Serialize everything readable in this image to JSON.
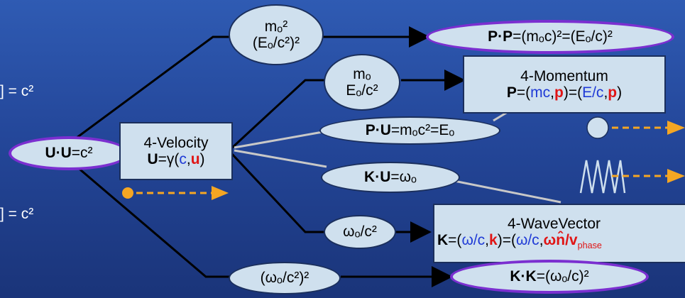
{
  "left_labels": {
    "top": "] = c²",
    "bottom": "] = c²"
  },
  "nodes": {
    "uu": {
      "a": "U·U",
      "b": "=c²"
    },
    "velocity": {
      "title": "4-Velocity",
      "formula": "U=γ(c,u)"
    },
    "m2": {
      "line1": "mₒ²",
      "line2": "(Eₒ/c²)²"
    },
    "pp": {
      "a": "P·P",
      "b": "=(mₒc)²=(Eₒ/c)²"
    },
    "m": {
      "line1": "mₒ",
      "line2": "Eₒ/c²"
    },
    "momentum": {
      "title": "4-Momentum",
      "formula": "P=(mc,p)=(E/c,p)"
    },
    "pu": {
      "a": "P·U",
      "b": "=mₒc²=Eₒ"
    },
    "ku": {
      "a": "K·U",
      "b": "=ωₒ"
    },
    "omega": {
      "line1": "ωₒ/c²"
    },
    "wavevector": {
      "title": "4-WaveVector",
      "formula": "K=(ω/c,k)=(ω/c,ωn̂/v",
      "sub": "phase"
    },
    "omega2": {
      "line1": "(ωₒ/c²)²"
    },
    "kk": {
      "a": "K·K",
      "b": "=(ωₒ/c)²"
    }
  },
  "colors": {
    "node_fill": "#cfe0ee",
    "purple_border": "#7b2fd0",
    "arrow_orange": "#f5a623",
    "line_black": "#000000",
    "line_gray": "#c8c8c8"
  },
  "icons": [
    "particle-dot-icon",
    "particle-ball-icon",
    "wave-icon"
  ]
}
